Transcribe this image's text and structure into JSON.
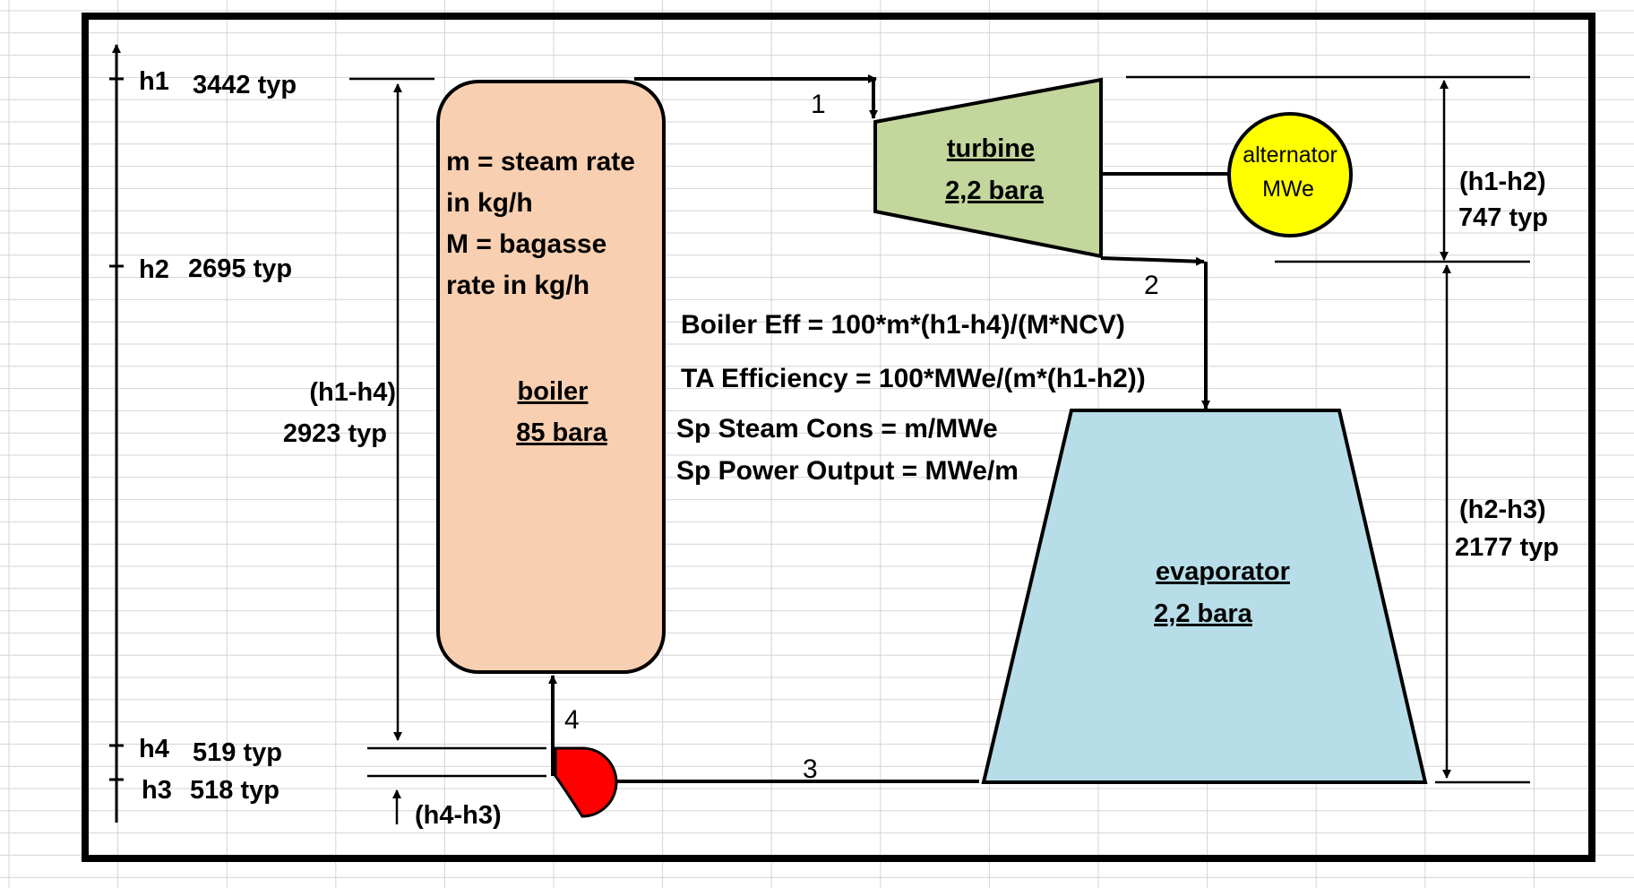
{
  "scale": {
    "h1": {
      "name": "h1",
      "value": "3442 typ"
    },
    "h2": {
      "name": "h2",
      "value": "2695 typ"
    },
    "h4": {
      "name": "h4",
      "value": "519 typ"
    },
    "h3": {
      "name": "h3",
      "value": "518 typ"
    },
    "h1_h4": {
      "label": "(h1-h4)",
      "value": "2923 typ"
    },
    "h4_h3": {
      "label": "(h4-h3)"
    },
    "h1_h2": {
      "label": "(h1-h2)",
      "value": "747 typ"
    },
    "h2_h3": {
      "label": "(h2-h3)",
      "value": "2177 typ"
    }
  },
  "boiler": {
    "notes": [
      "m = steam rate",
      "in kg/h",
      "M = bagasse",
      "rate in kg/h"
    ],
    "name": "boiler",
    "pressure": "85 bara",
    "fill": "#f8cfb0"
  },
  "turbine": {
    "name": "turbine",
    "pressure": "2,2 bara",
    "fill": "#c3d69b"
  },
  "alternator": {
    "name": "alternator",
    "unit": "MWe",
    "fill": "#ffff00"
  },
  "evaporator": {
    "name": "evaporator",
    "pressure": "2,2 bara",
    "fill": "#b7dde8"
  },
  "pump": {
    "fill": "#ff0000"
  },
  "formulas": [
    "Boiler Eff = 100*m*(h1-h4)/(M*NCV)",
    "TA Efficiency = 100*MWe/(m*(h1-h2))",
    "Sp Steam Cons = m/MWe",
    "Sp Power Output = MWe/m"
  ],
  "streams": {
    "s1": "1",
    "s2": "2",
    "s3": "3",
    "s4": "4"
  }
}
